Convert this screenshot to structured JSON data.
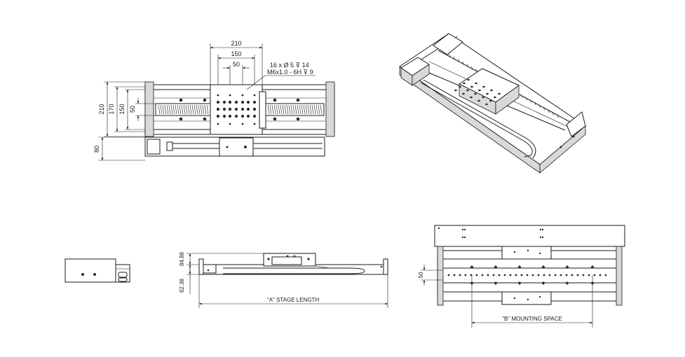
{
  "top_view": {
    "width_210": "210",
    "width_150": "150",
    "width_50": "50",
    "hole_note_1": "16 x Ø 5 ⊽ 14",
    "hole_note_2": "M6x1.0 - 6H ⊽ 9",
    "height_210": "210",
    "height_170": "170",
    "height_150": "150",
    "height_50": "50",
    "height_80": "80"
  },
  "side_view": {
    "dim_84_88": "84.88",
    "dim_62_38": "62.38",
    "stage_length_label": "\"A\" STAGE LENGTH"
  },
  "bottom_view": {
    "dim_50": "50",
    "mounting_space_label": "\"B\" MOUNTING SPACE"
  }
}
